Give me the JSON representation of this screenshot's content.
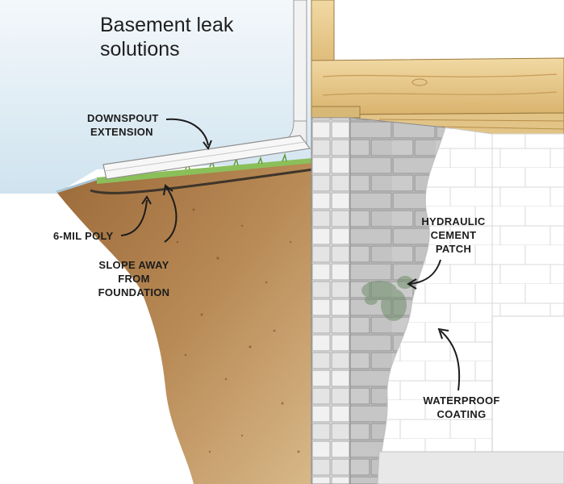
{
  "title": [
    "Basement leak",
    "solutions"
  ],
  "callouts": {
    "downspout": [
      "DOWNSPOUT",
      "EXTENSION"
    ],
    "poly": [
      "6-MIL POLY"
    ],
    "slope": [
      "SLOPE AWAY",
      "FROM",
      "FOUNDATION"
    ],
    "hydraulic": [
      "HYDRAULIC",
      "CEMENT",
      "PATCH"
    ],
    "waterproof": [
      "WATERPROOF",
      "COATING"
    ]
  },
  "colors": {
    "sky": "#dcebf4",
    "soil": "#b07a45",
    "lumber": "#e6c88c",
    "block": "#c9c9c9",
    "coating": "#ffffff",
    "grass": "#8bbf5a",
    "poly": "#4a4030",
    "stain": "#6f8e6a"
  }
}
